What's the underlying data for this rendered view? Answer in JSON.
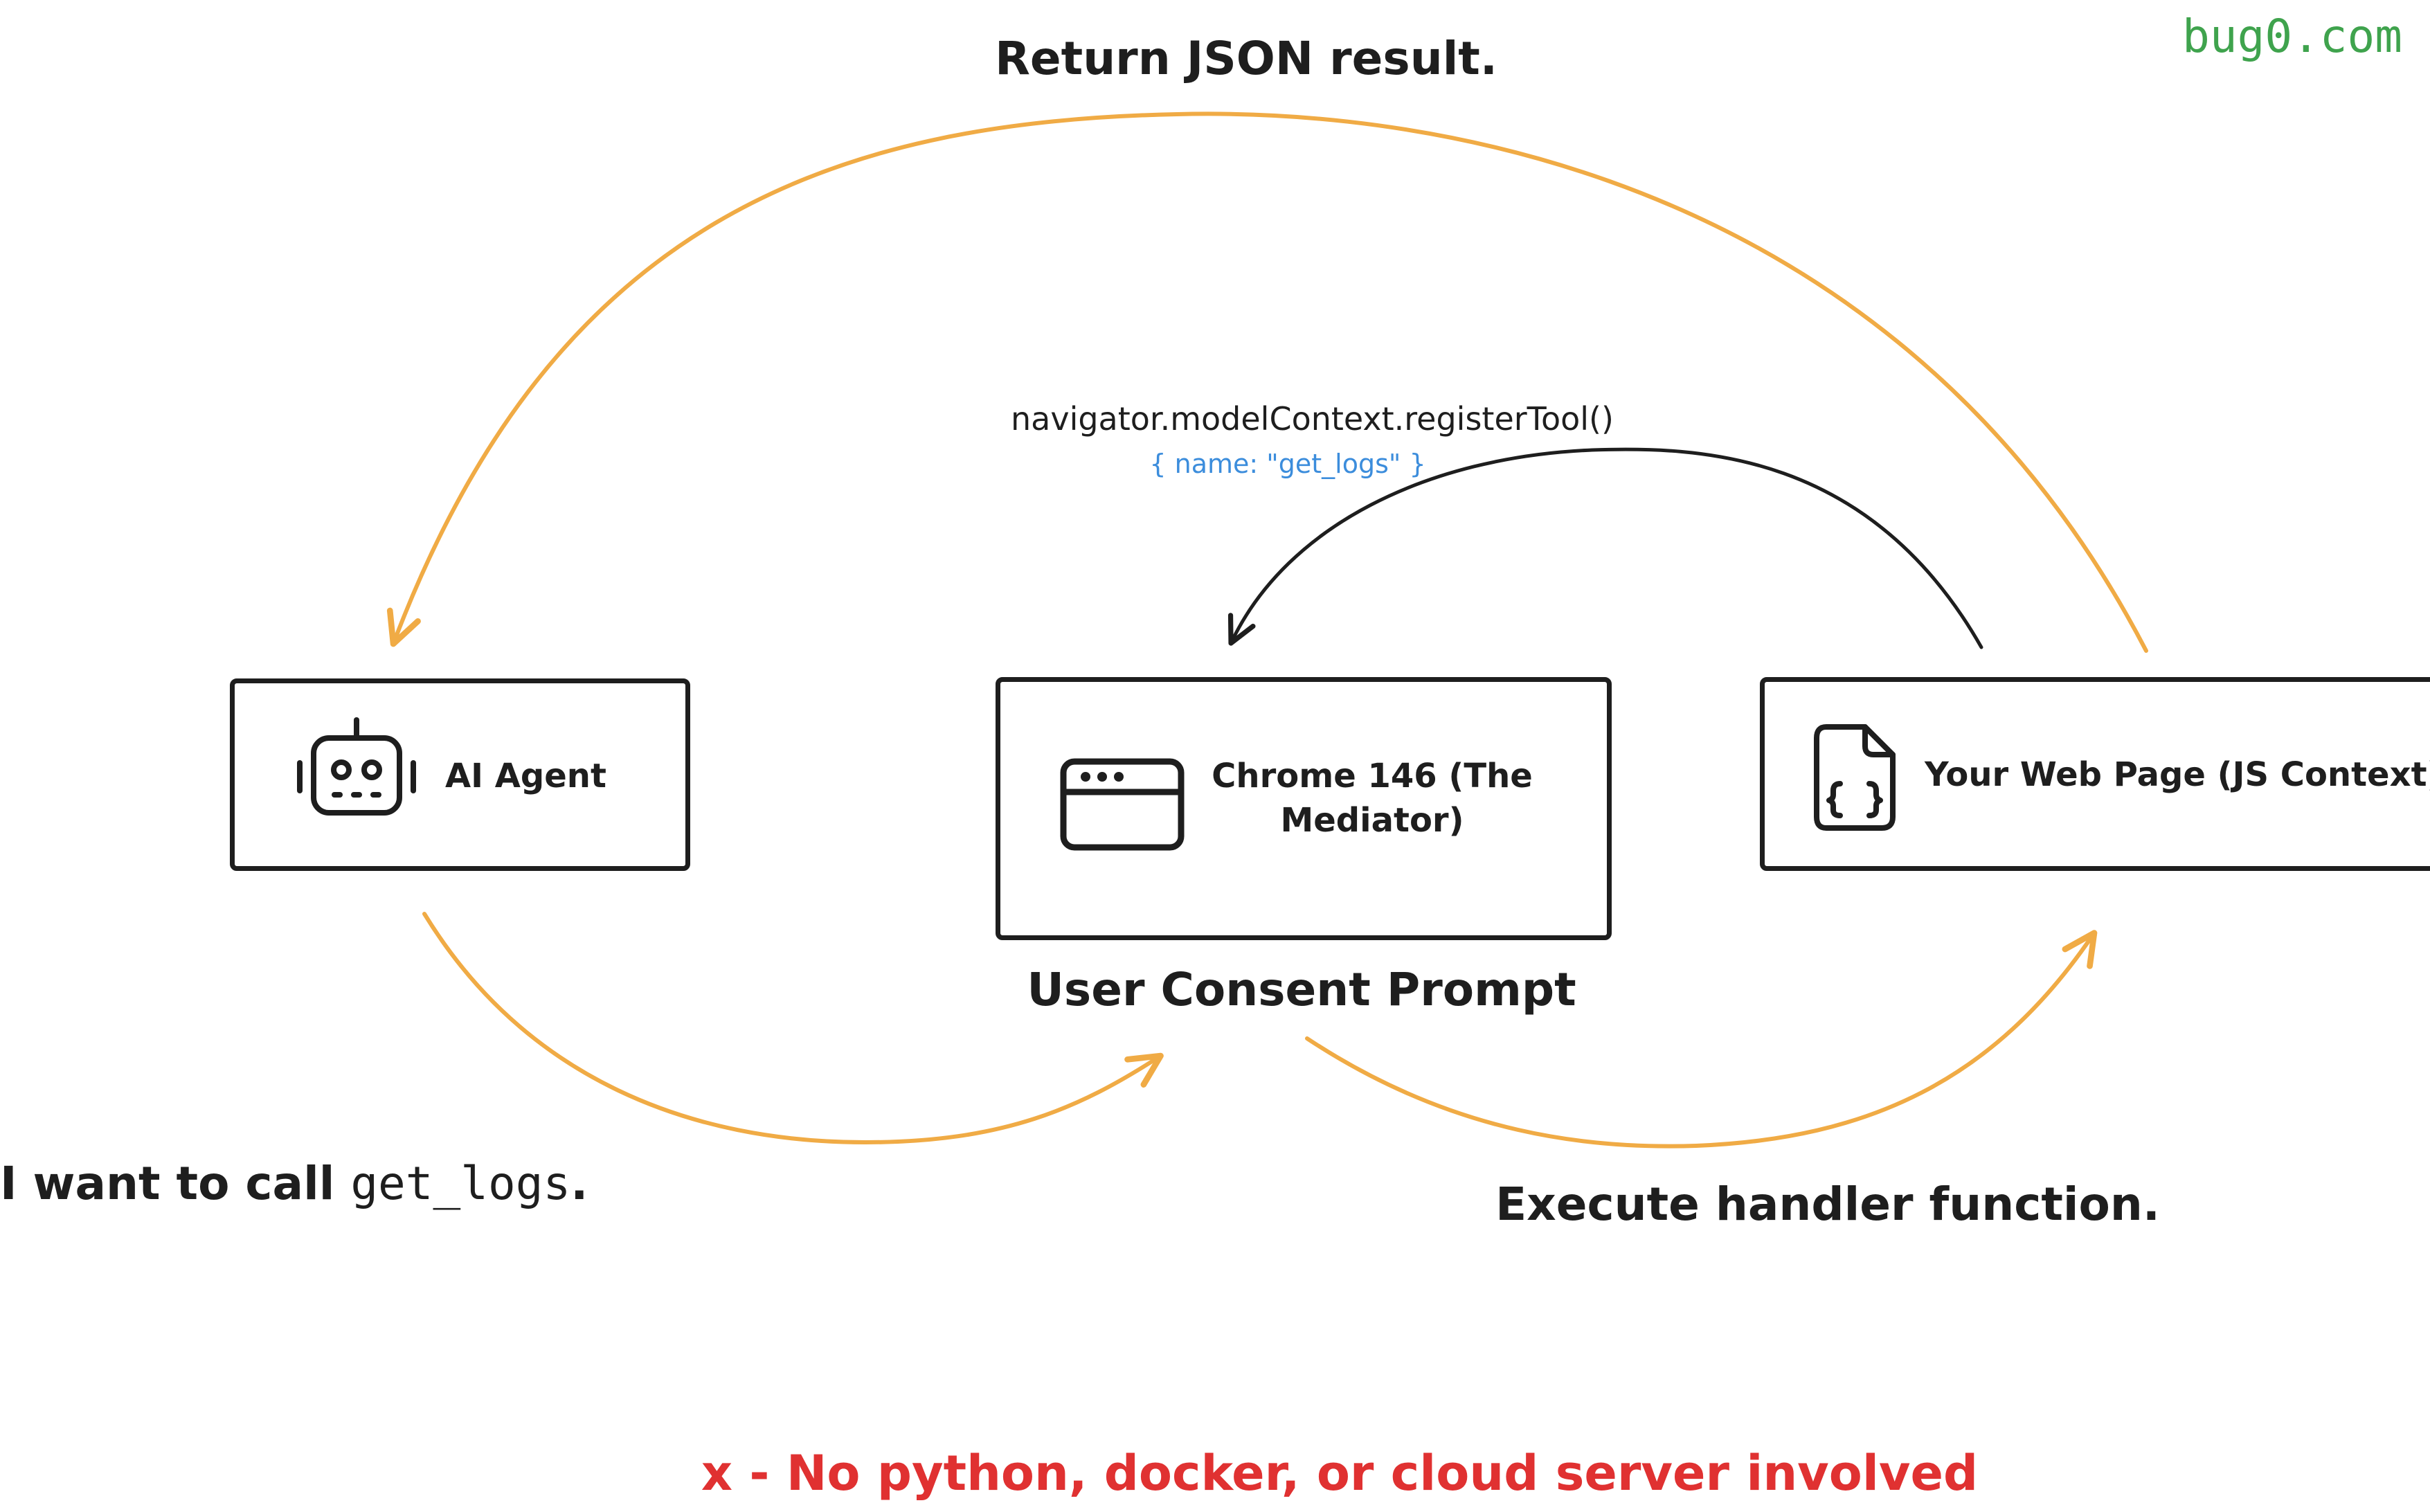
{
  "brand": "bug0.com",
  "labels": {
    "return_json": "Return JSON result.",
    "register_call": "navigator.modelContext.registerTool()",
    "register_args": "{ name: \"get_logs\" }",
    "consent_prompt": "User Consent Prompt",
    "want_call_prefix": "I want to call ",
    "want_call_code": "get_logs",
    "want_call_suffix": ".",
    "execute_handler": "Execute handler function.",
    "note": "x - No python, docker, or cloud server involved"
  },
  "nodes": {
    "agent": {
      "label": "AI Agent",
      "icon": "robot-icon"
    },
    "chrome": {
      "label": "Chrome 146 (The Mediator)",
      "icon": "browser-window-icon"
    },
    "page": {
      "label": "Your Web Page (JS Context)",
      "icon": "code-file-icon"
    }
  },
  "colors": {
    "orange_arrow": "#f0ab45",
    "black_arrow": "#1e1e1e",
    "brand": "#3fa34d",
    "code_blue": "#3c8ddc",
    "note_red": "#e03131"
  }
}
